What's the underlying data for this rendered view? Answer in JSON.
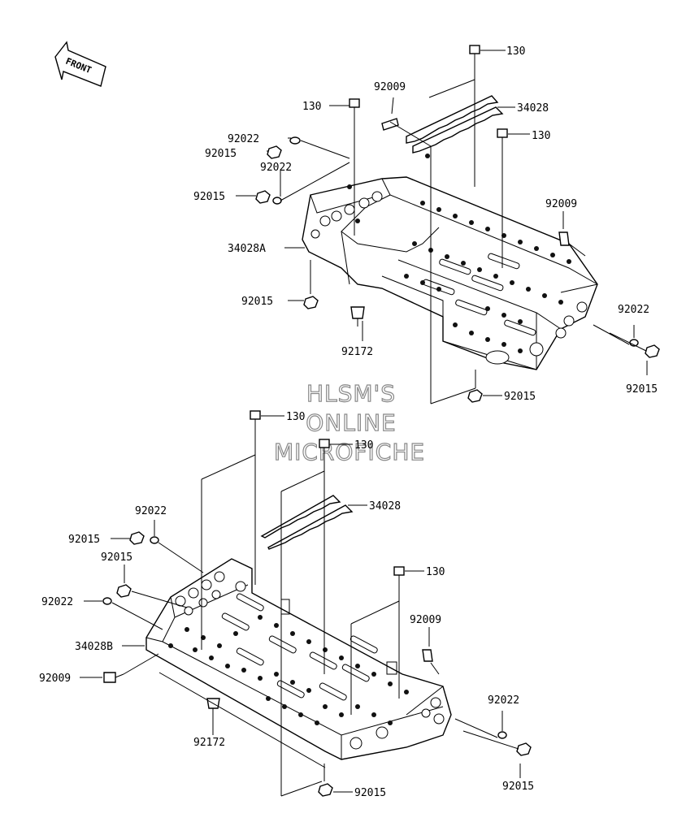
{
  "front_label": "FRONT",
  "watermark": [
    "HLSM'S",
    "ONLINE",
    "MICROFICHE"
  ],
  "top_assembly": {
    "l_130_a": "130",
    "l_130_b": "130",
    "l_130_c": "130",
    "l_92009_a": "92009",
    "l_34028": "34028",
    "l_92022_a": "92022",
    "l_92015_a": "92015",
    "l_92022_b": "92022",
    "l_92015_b": "92015",
    "l_92009_b": "92009",
    "l_34028A": "34028A",
    "l_92015_c": "92015",
    "l_92172": "92172",
    "l_92022_c": "92022",
    "l_92015_d": "92015",
    "l_92015_e": "92015"
  },
  "bottom_assembly": {
    "l_130_a": "130",
    "l_130_b": "130",
    "l_34028": "34028",
    "l_92022_a": "92022",
    "l_92015_a": "92015",
    "l_92015_b": "92015",
    "l_92022_b": "92022",
    "l_130_c": "130",
    "l_92009_a": "92009",
    "l_34028B": "34028B",
    "l_92009_b": "92009",
    "l_92172": "92172",
    "l_92022_c": "92022",
    "l_92015_c": "92015",
    "l_92015_d": "92015"
  }
}
